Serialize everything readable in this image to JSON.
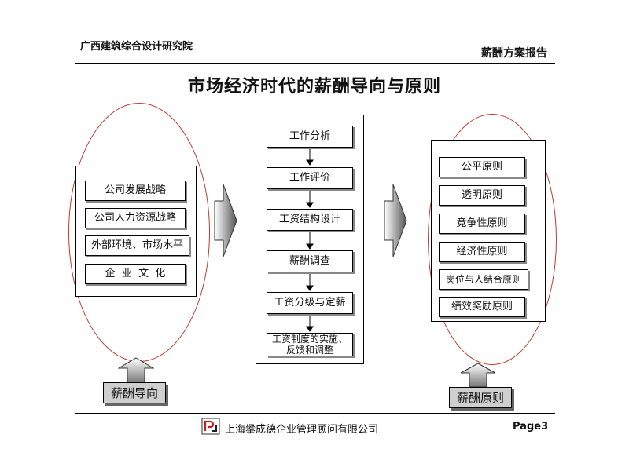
{
  "header": {
    "org": "广西建筑综合设计研究院",
    "report": "薪酬方案报告"
  },
  "title": "市场经济时代的薪酬导向与原则",
  "left": {
    "items": [
      "公司发展战略",
      "公司人力资源战略",
      "外部环境、市场水平",
      "企  业  文  化"
    ],
    "label": "薪酬导向"
  },
  "center": {
    "steps": [
      "工作分析",
      "工作评价",
      "工资结构设计",
      "薪酬调查",
      "工资分级与定薪",
      "工资制度的实施、反馈和调整"
    ]
  },
  "right": {
    "items": [
      "公平原则",
      "透明原则",
      "竞争性原则",
      "经济性原则",
      "岗位与人结合原则",
      "绩效奖励原则"
    ],
    "label": "薪酬原则"
  },
  "footer": {
    "company": "上海攀成德企业管理顾问有限公司",
    "page": "Page3"
  },
  "colors": {
    "ellipse": "#c0392b",
    "label_bg": "#cfcfcf"
  }
}
